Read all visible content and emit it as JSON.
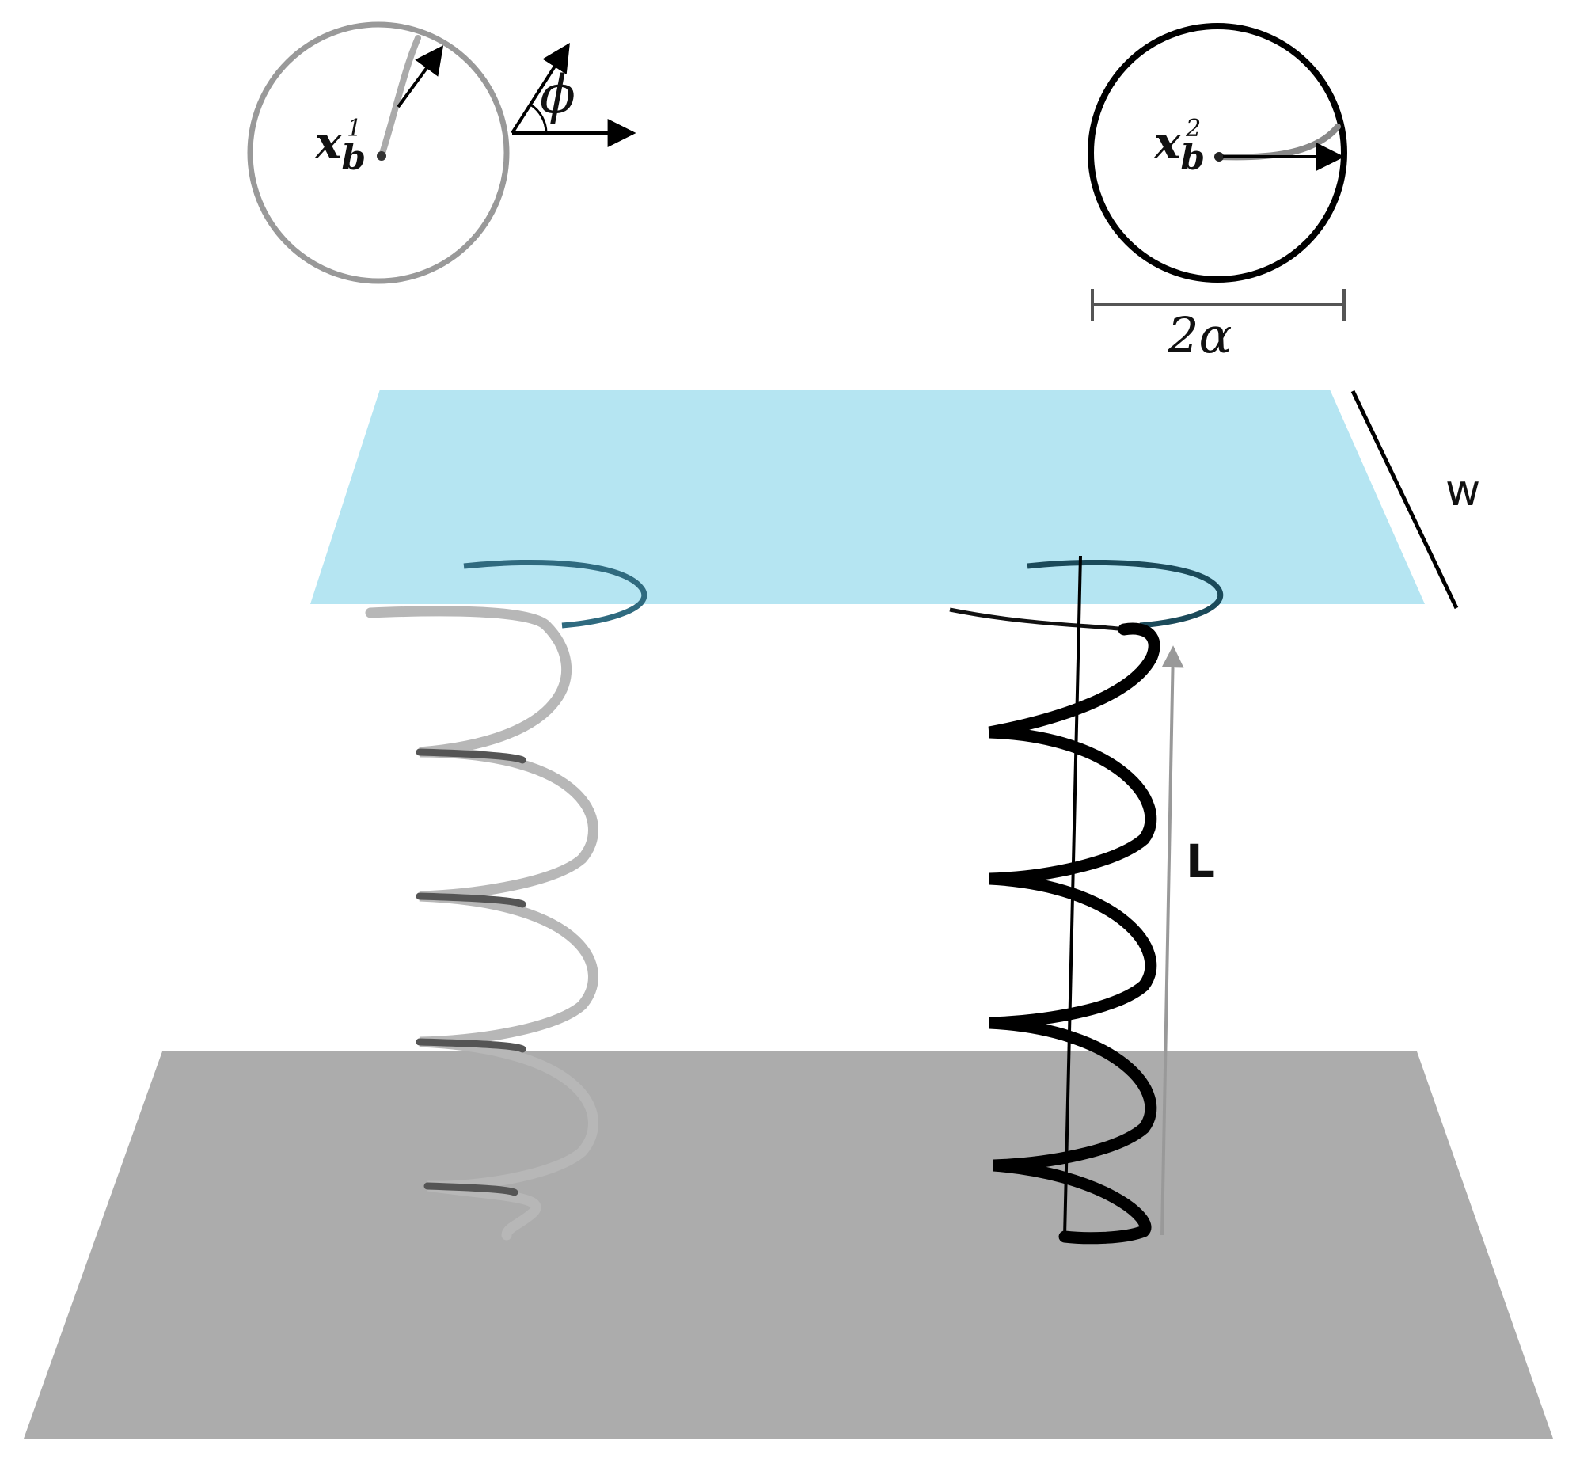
{
  "colors": {
    "top_plane": "#b5e5f2",
    "bottom_plane": "#acacac",
    "helix_grey": "#aaaaaa",
    "helix_black": "#000000",
    "circle_grey": "#999999"
  },
  "labels": {
    "xb1_main": "x",
    "xb1_sub": "b",
    "xb1_sup": "1",
    "phi": "ϕ",
    "xb2_main": "x",
    "xb2_sub": "b",
    "xb2_sup": "2",
    "diameter": "2α",
    "width": "w",
    "length": "L"
  }
}
